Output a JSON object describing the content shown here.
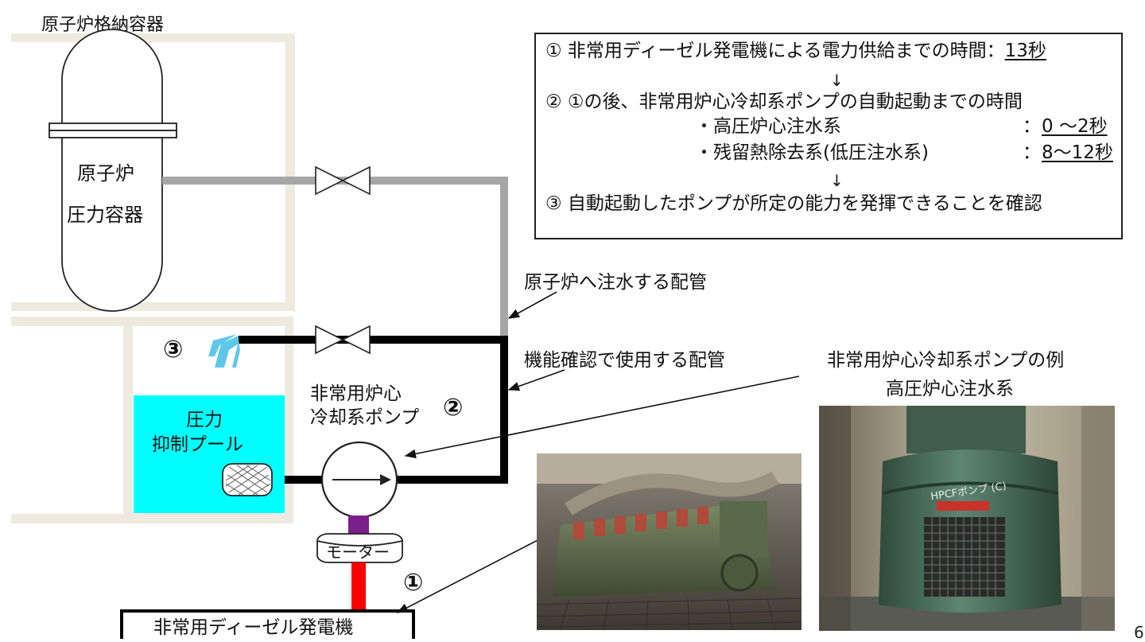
{
  "labels": {
    "containment": "原子炉格納容器",
    "rpv_line1": "原子炉",
    "rpv_line2": "圧力容器",
    "pool_line1": "圧力",
    "pool_line2": "抑制プール",
    "pump_line1": "非常用炉心",
    "pump_line2": "冷却系ポンプ",
    "motor": "モーター",
    "generator": "非常用ディーゼル発電機",
    "step1_marker": "①",
    "step2_marker": "②",
    "step3_marker": "③",
    "injection_pipe": "原子炉へ注水する配管",
    "test_pipe": "機能確認で使用する配管",
    "pump_example_line1": "非常用炉心冷却系ポンプの例",
    "pump_example_line2": "高圧炉心注水系",
    "page_number": "6"
  },
  "info_box": {
    "step1_prefix": "① 非常用ディーゼル発電機による電力供給までの時間：",
    "step1_time": "13秒",
    "arrow": "↓",
    "step2": "② ①の後、非常用炉心冷却系ポンプの自動起動までの時間",
    "hpcf_label": "・高圧炉心注水系",
    "hpcf_colon": "：",
    "hpcf_time": " 0 ～2秒",
    "rhr_label": "・残留熱除去系(低圧注水系)",
    "rhr_colon": "：",
    "rhr_time": "8～12秒",
    "step3": "③ 自動起動したポンプが所定の能力を発揮できることを確認"
  },
  "photo_labels": {
    "hpcf_nameplate": "HPCFポンプ (C)"
  },
  "colors": {
    "building_wall": "#eeeae0",
    "injection_pipe": "#a6a6a6",
    "test_pipe": "#000000",
    "pool_water": "#00ffff",
    "water_spray": "#5ec8ea",
    "motor_shaft": "#7a1f8c",
    "power_cable": "#ff0000"
  }
}
